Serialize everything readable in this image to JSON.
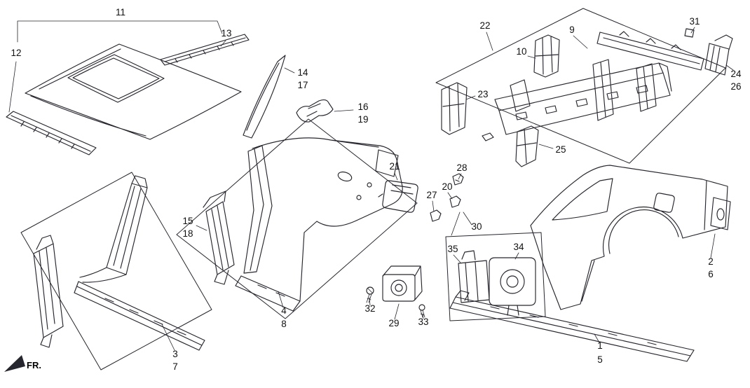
{
  "diagram": {
    "fr_indicator": "FR.",
    "colors": {
      "line": "#26262e",
      "label": "#111111",
      "background": "#ffffff"
    },
    "callouts": {
      "c1": "1",
      "c2": "2",
      "c3": "3",
      "c4": "4",
      "c5": "5",
      "c6": "6",
      "c7": "7",
      "c8": "8",
      "c9": "9",
      "c10": "10",
      "c11": "11",
      "c12": "12",
      "c13": "13",
      "c14": "14",
      "c15": "15",
      "c16": "16",
      "c17": "17",
      "c18": "18",
      "c19": "19",
      "c20": "20",
      "c21": "21",
      "c22": "22",
      "c23": "23",
      "c24": "24",
      "c25": "25",
      "c26": "26",
      "c27": "27",
      "c28": "28",
      "c29": "29",
      "c30": "30",
      "c31": "31",
      "c32": "32",
      "c33": "33",
      "c34": "34",
      "c35": "35"
    }
  }
}
